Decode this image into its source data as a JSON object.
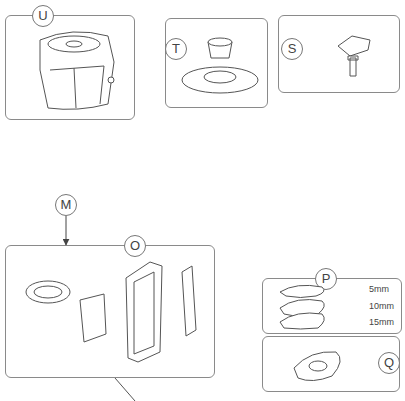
{
  "diagram": {
    "nodes": [
      {
        "text": [
          "U"
        ]
      },
      {
        "text": [
          "T"
        ]
      },
      {
        "text": [
          "S"
        ]
      },
      {
        "text": [
          "M"
        ]
      },
      {
        "text": [
          "O"
        ]
      },
      {
        "text": [
          "P",
          "5mm",
          "10mm",
          "15mm"
        ]
      },
      {
        "text": [
          "Q"
        ]
      }
    ],
    "edges": [
      {
        "from": 3,
        "to": 4,
        "arrow": "to"
      }
    ]
  }
}
